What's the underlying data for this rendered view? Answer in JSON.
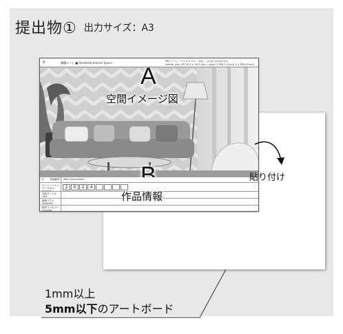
{
  "title": {
    "main": "提出物①",
    "size": "出力サイズ：A3"
  },
  "sheet": {
    "header_a": "A",
    "header_title": "課題シート ■  Rendered Interior Space",
    "header_note_1": "PPS シート ・3 × 4 × 3 ×  ・3(x) ・ (x)(x) (x)(x)(x)(x)",
    "header_note_2": "Interior plan (PD 50.4 × 40.0 mm) : page (3 PPA 0 4 mm) 4 × PPA (8 mm)",
    "section_a_letter": "A",
    "section_a_label": "空間イメージ図",
    "section_b_letter": "B",
    "section_b_label": "作品情報",
    "info_header_b": "B",
    "info_header_text": "作品番号 ・ Work information",
    "info_row_labels": [
      "エントリーナンバー Entry Number",
      "作品タイトル Title",
      "使用ソフト Software",
      "制作コンセプト Concept"
    ],
    "entry_digits": [
      "2",
      "0",
      "2",
      "4",
      "",
      "",
      "",
      ""
    ]
  },
  "paste_label": "貼り付け",
  "note": {
    "line1": "1mm以上",
    "line2_bold": "5mm以下",
    "line2_rest": "のアートボード"
  }
}
